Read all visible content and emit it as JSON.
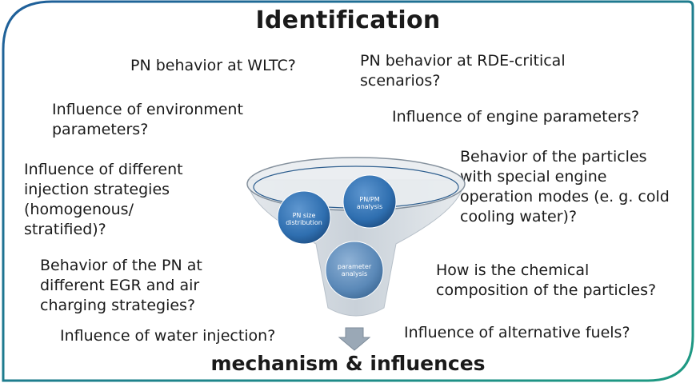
{
  "title": "Identification",
  "footer": "mechanism & influences",
  "questions": {
    "q1": [
      "PN behavior at WLTC?"
    ],
    "q2": [
      "PN behavior at RDE-critical",
      "scenarios?"
    ],
    "q3": [
      "Influence of environment",
      "parameters?"
    ],
    "q4": [
      "Influence of engine parameters?"
    ],
    "q5": [
      "Influence of different",
      "injection strategies",
      "(homogenous/",
      "stratified)?"
    ],
    "q6": [
      "Behavior of the particles",
      "with special engine",
      "operation modes (e. g. cold",
      "cooling water)?"
    ],
    "q7": [
      "Behavior of the PN at",
      "different EGR and air",
      "charging strategies?"
    ],
    "q8": [
      "How is the chemical",
      "composition of the particles?"
    ],
    "q9": [
      "Influence of water injection?"
    ],
    "q10": [
      "Influence of alternative fuels?"
    ]
  },
  "bubbles": {
    "pn_size": [
      "PN size",
      "distribution"
    ],
    "pn_pm": [
      "PN/PM",
      "analysis"
    ],
    "parameter": [
      "parameter",
      "analysis"
    ]
  },
  "colors": {
    "frame_blue": "#1f5f9a",
    "frame_green": "#1e9a82",
    "funnel": "#cfd6de",
    "bubble": "#2f6fb0",
    "arrow": "#9aa8b6"
  }
}
